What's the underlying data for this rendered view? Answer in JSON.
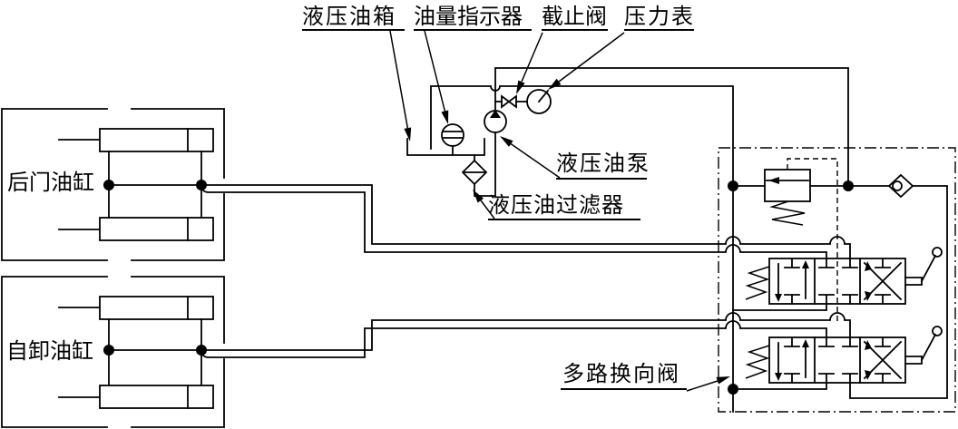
{
  "labels": {
    "hydraulic_tank": "液压油箱",
    "oil_level_indicator": "油量指示器",
    "stop_valve": "截止阀",
    "pressure_gauge": "压力表",
    "hydraulic_pump": "液压油泵",
    "hydraulic_oil_filter": "液压油过滤器",
    "multiway_directional_valve": "多路换向阀",
    "rear_door_cylinder": "后门油缸",
    "dump_cylinder": "自卸油缸"
  },
  "colors": {
    "line": "#000000",
    "background": "#ffffff"
  }
}
